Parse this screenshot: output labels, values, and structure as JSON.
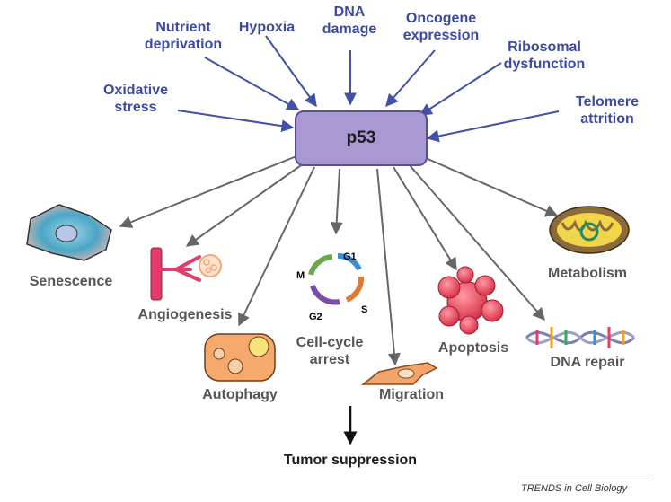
{
  "center": {
    "label": "p53"
  },
  "stresses": [
    {
      "id": "oxidative-stress",
      "label": "Oxidative\nstress"
    },
    {
      "id": "nutrient-deprivation",
      "label": "Nutrient\ndeprivation"
    },
    {
      "id": "hypoxia",
      "label": "Hypoxia"
    },
    {
      "id": "dna-damage",
      "label": "DNA\ndamage"
    },
    {
      "id": "oncogene-expression",
      "label": "Oncogene\nexpression"
    },
    {
      "id": "ribosomal-dysfunction",
      "label": "Ribosomal\ndysfunction"
    },
    {
      "id": "telomere-attrition",
      "label": "Telomere\nattrition"
    }
  ],
  "outcomes": [
    {
      "id": "senescence",
      "label": "Senescence"
    },
    {
      "id": "angiogenesis",
      "label": "Angiogenesis"
    },
    {
      "id": "autophagy",
      "label": "Autophagy"
    },
    {
      "id": "cell-cycle-arrest",
      "label": "Cell-cycle\narrest"
    },
    {
      "id": "migration",
      "label": "Migration"
    },
    {
      "id": "apoptosis",
      "label": "Apoptosis"
    },
    {
      "id": "metabolism",
      "label": "Metabolism"
    },
    {
      "id": "dna-repair",
      "label": "DNA repair"
    }
  ],
  "cell_cycle_phases": [
    "G1",
    "S",
    "G2",
    "M"
  ],
  "result": {
    "label": "Tumor suppression"
  },
  "footer": {
    "label": "TRENDS in Cell Biology"
  },
  "colors": {
    "stress_text": "#3a4aa6",
    "outcome_text": "#555555",
    "p53_fill": "#a999d2",
    "stress_arrow": "#3f51a8",
    "outcome_arrow": "#666666"
  }
}
